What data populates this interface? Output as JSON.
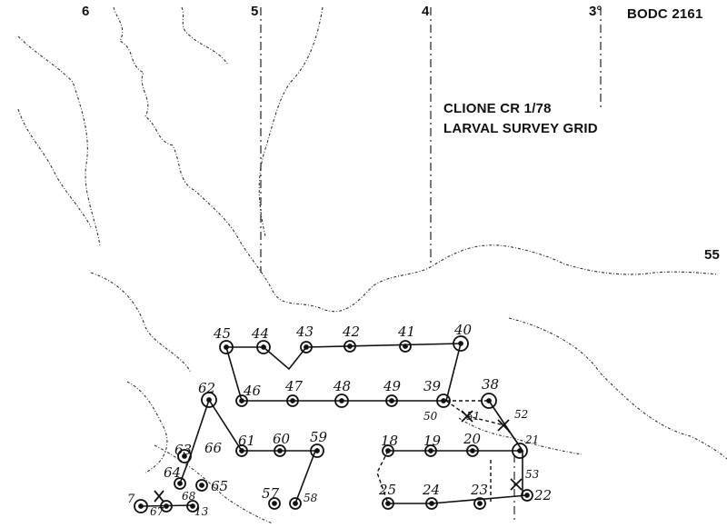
{
  "document_id": "BODC 2161",
  "title_line1": "CLIONE CR 1/78",
  "title_line2": "LARVAL SURVEY GRID",
  "lat_label": "55",
  "longitudes": {
    "w6": "6",
    "w5": "5",
    "w4": "4",
    "w3": "3°"
  },
  "stations": {
    "s40": "40",
    "s41": "41",
    "s42": "42",
    "s43": "43",
    "s44": "44",
    "s45": "45",
    "s46": "46",
    "s47": "47",
    "s48": "48",
    "s49": "49",
    "s39": "39",
    "s38": "38",
    "s50": "50",
    "s51": "51",
    "s52": "52",
    "s62": "62",
    "s61": "61",
    "s60": "60",
    "s59": "59",
    "s18": "18",
    "s19": "19",
    "s20": "20",
    "s21": "21",
    "s53": "53",
    "s22": "22",
    "s23": "23",
    "s24": "24",
    "s25": "25",
    "s57": "57",
    "s58": "58",
    "s63": "63",
    "s66": "66",
    "s64": "64",
    "s65": "65",
    "s67": "67",
    "s68": "68",
    "s13": "13",
    "s7": "7"
  }
}
